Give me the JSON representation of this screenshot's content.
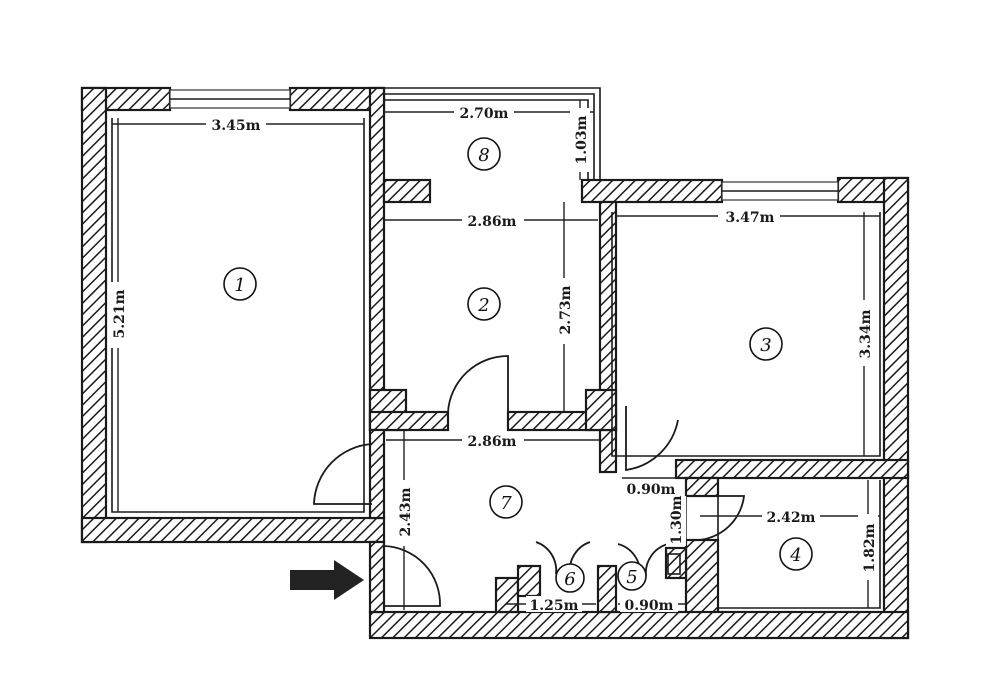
{
  "rooms": [
    {
      "number": "1"
    },
    {
      "number": "2"
    },
    {
      "number": "3"
    },
    {
      "number": "4"
    },
    {
      "number": "5"
    },
    {
      "number": "6"
    },
    {
      "number": "7"
    },
    {
      "number": "8"
    }
  ],
  "dimensions": {
    "room1_width": "3.45m",
    "room1_height": "5.21m",
    "balcony_width": "2.70m",
    "balcony_depth": "1.03m",
    "room2_width": "2.86m",
    "room2_height": "2.73m",
    "room3_width": "3.47m",
    "room3_height": "3.34m",
    "hall_width": "2.86m",
    "hall_height": "2.43m",
    "door_gap": "0.90m",
    "small_width": "1.30m",
    "room4_width": "2.42m",
    "room4_height": "1.82m",
    "bath_width": "1.25m",
    "wc_width": "0.90m"
  },
  "colors": {
    "ink": "#1a1a1a",
    "background": "#ffffff"
  },
  "icons": {
    "entrance": "entrance-arrow-icon"
  }
}
